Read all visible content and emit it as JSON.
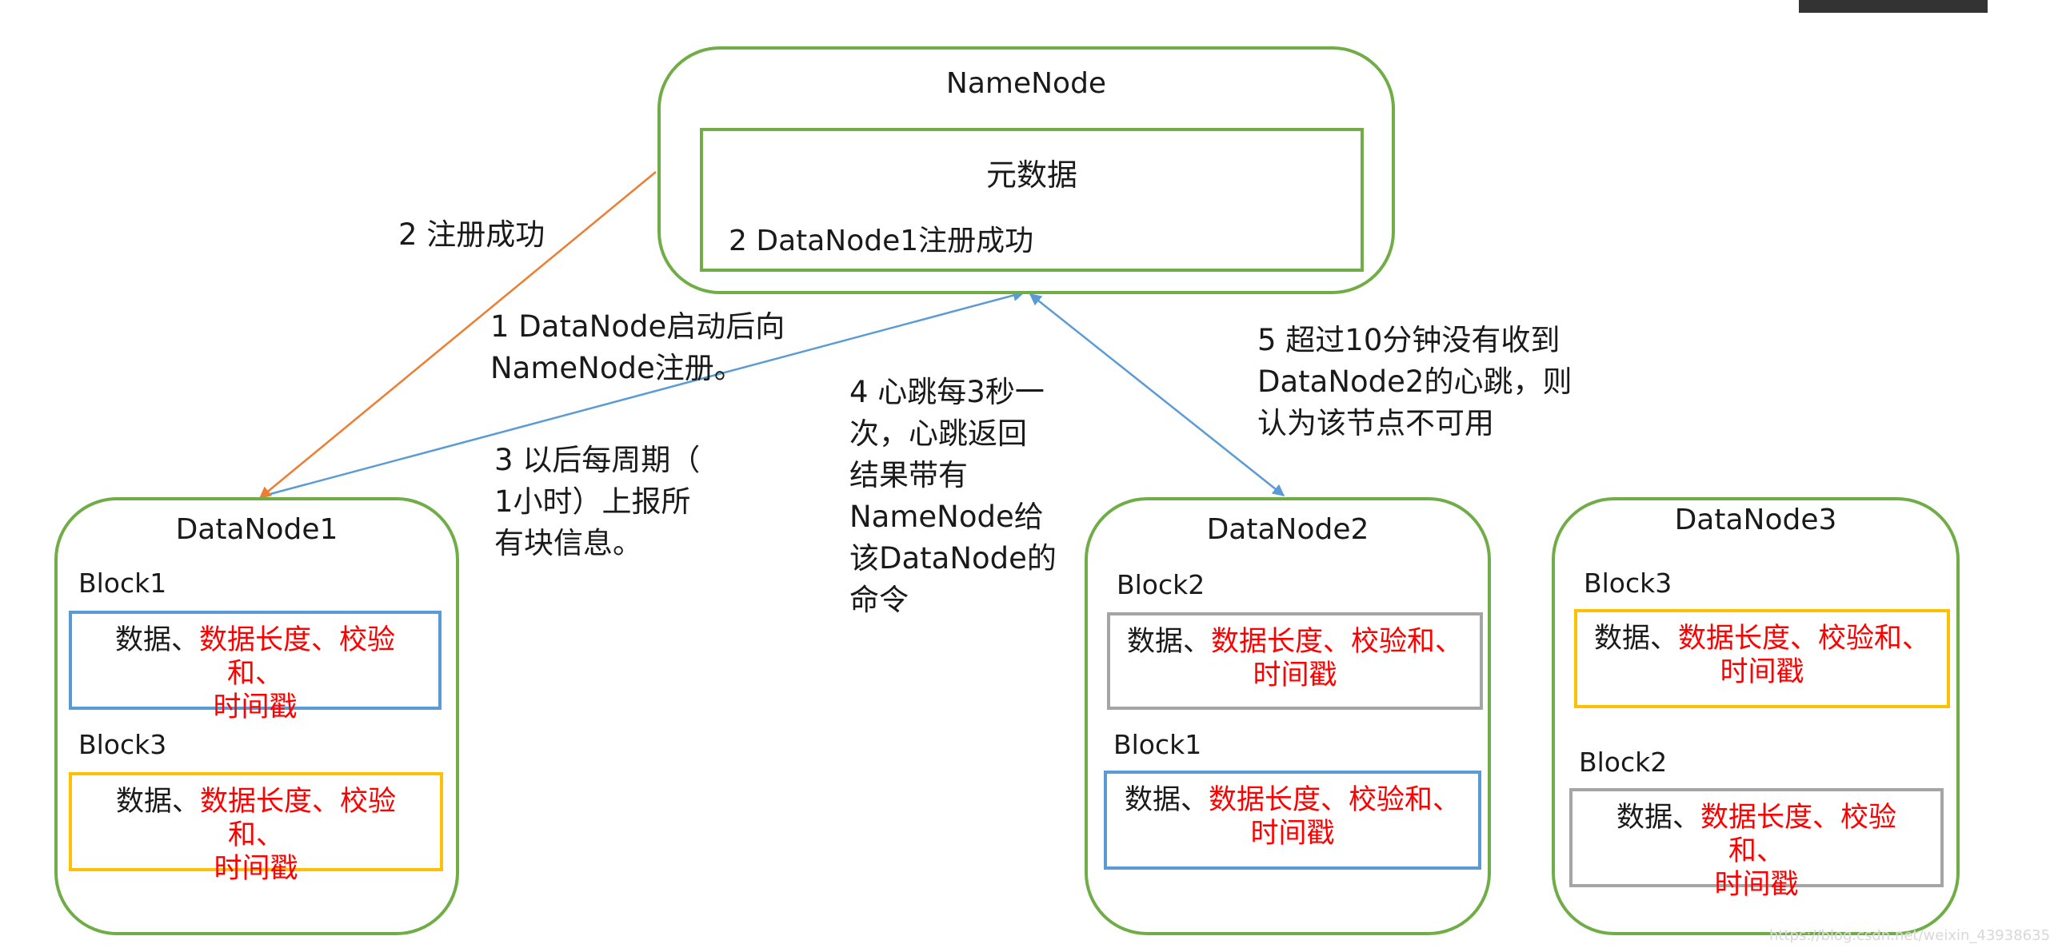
{
  "namenode": {
    "title": "NameNode",
    "metadata_title": "元数据",
    "metadata_entry": "2 DataNode1注册成功"
  },
  "steps": {
    "s2": "2 注册成功",
    "s1_line1": "1 DataNode启动后向",
    "s1_line2": "NameNode注册。",
    "s3_line1": "3 以后每周期（",
    "s3_line2": "1小时）上报所",
    "s3_line3": "有块信息。",
    "s4_line1": "4 心跳每3秒一",
    "s4_line2": "次，心跳返回",
    "s4_line3": "结果带有",
    "s4_line4": "NameNode给",
    "s4_line5": "该DataNode的",
    "s4_line6": "命令",
    "s5_line1": "5 超过10分钟没有收到",
    "s5_line2": "DataNode2的心跳，则",
    "s5_line3": "认为该节点不可用"
  },
  "block_content": {
    "prefix": "数据、",
    "fields": "数据长度、校验和、",
    "timestamp": "时间戳"
  },
  "datanodes": [
    {
      "title": "DataNode1",
      "blocks": [
        {
          "label": "Block1",
          "color": "#5b9bd5"
        },
        {
          "label": "Block3",
          "color": "#ffc000"
        }
      ]
    },
    {
      "title": "DataNode2",
      "blocks": [
        {
          "label": "Block2",
          "color": "#a5a5a5"
        },
        {
          "label": "Block1",
          "color": "#5b9bd5"
        }
      ]
    },
    {
      "title": "DataNode3",
      "blocks": [
        {
          "label": "Block3",
          "color": "#ffc000"
        },
        {
          "label": "Block2",
          "color": "#a5a5a5"
        }
      ]
    }
  ],
  "colors": {
    "node_border": "#70ad47",
    "arrow_register": "#ed7d31",
    "arrow_heartbeat": "#5b9bd5",
    "highlight_text": "#ff0000"
  },
  "watermark": "https://blog.csdn.net/weixin_43938635"
}
